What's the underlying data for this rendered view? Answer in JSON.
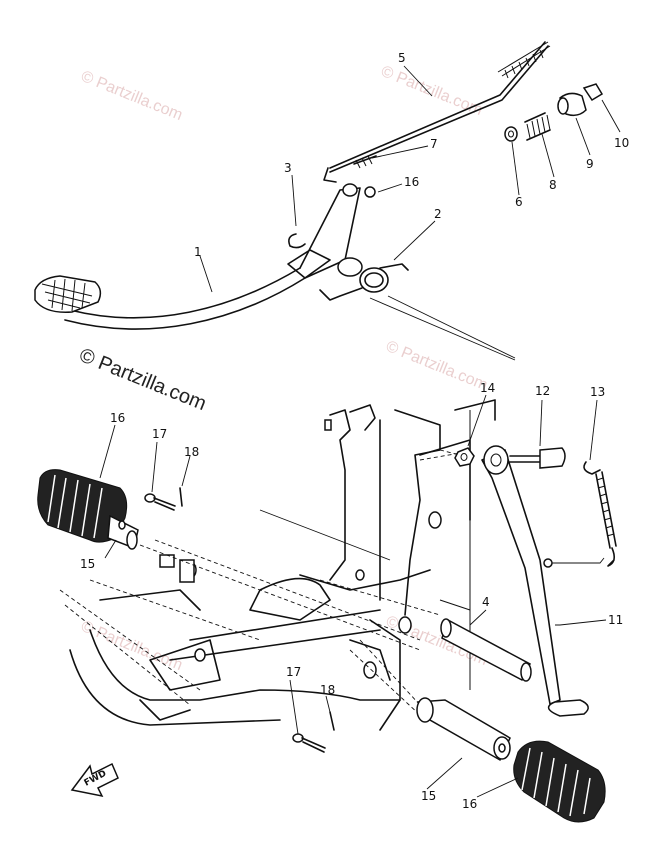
{
  "watermark": {
    "text": "© Partzilla.com",
    "prominent_text": "© Partzilla.com"
  },
  "fwd_label": "FWD",
  "callouts": [
    {
      "id": "c1",
      "label": "1"
    },
    {
      "id": "c2",
      "label": "2"
    },
    {
      "id": "c3",
      "label": "3"
    },
    {
      "id": "c4",
      "label": "4"
    },
    {
      "id": "c5",
      "label": "5"
    },
    {
      "id": "c6",
      "label": "6"
    },
    {
      "id": "c7",
      "label": "7"
    },
    {
      "id": "c8",
      "label": "8"
    },
    {
      "id": "c9",
      "label": "9"
    },
    {
      "id": "c10",
      "label": "10"
    },
    {
      "id": "c11",
      "label": "11"
    },
    {
      "id": "c12",
      "label": "12"
    },
    {
      "id": "c13",
      "label": "13"
    },
    {
      "id": "c14",
      "label": "14"
    },
    {
      "id": "c15a",
      "label": "15"
    },
    {
      "id": "c15b",
      "label": "15"
    },
    {
      "id": "c16a",
      "label": "16"
    },
    {
      "id": "c16b",
      "label": "16"
    },
    {
      "id": "c16c",
      "label": "16"
    },
    {
      "id": "c17a",
      "label": "17"
    },
    {
      "id": "c17b",
      "label": "17"
    },
    {
      "id": "c18a",
      "label": "18"
    },
    {
      "id": "c18b",
      "label": "18"
    }
  ]
}
